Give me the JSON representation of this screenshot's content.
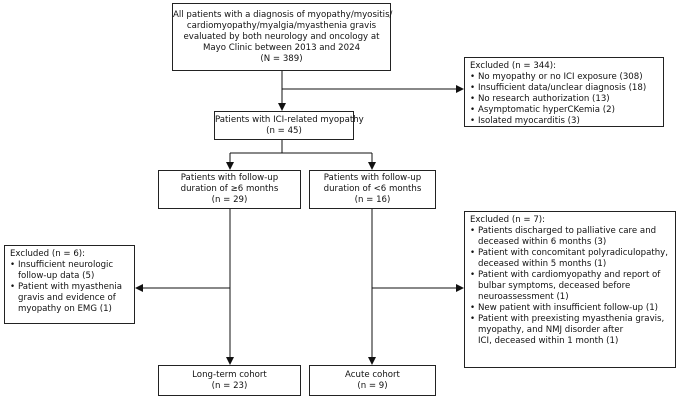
{
  "boxes": {
    "initial": {
      "lines": [
        "All patients with a diagnosis of myopathy/myositis/",
        "cardiomyopathy/myalgia/myasthenia gravis",
        "evaluated by both neurology and oncology at",
        "Mayo Clinic between 2013 and 2024",
        "(N = 389)"
      ]
    },
    "excluded_1": {
      "title": "Excluded (n = 344):",
      "items": [
        [
          "No myopathy or no ICI exposure (308)"
        ],
        [
          "Insufficient data/unclear diagnosis (18)"
        ],
        [
          "No research authorization (13)"
        ],
        [
          "Asymptomatic hyperCKemia (2)"
        ],
        [
          "Isolated myocarditis (3)"
        ]
      ]
    },
    "ici_myopathy": {
      "lines": [
        "Patients with ICI-related myopathy",
        "(n = 45)"
      ]
    },
    "followup_ge6": {
      "lines": [
        "Patients with follow-up",
        "duration of ≥6 months",
        "(n = 29)"
      ]
    },
    "followup_lt6": {
      "lines": [
        "Patients with follow-up",
        "duration of <6 months",
        "(n = 16)"
      ]
    },
    "excluded_left": {
      "title": "Excluded (n = 6):",
      "items": [
        [
          "Insufficient neurologic",
          "follow-up data (5)"
        ],
        [
          "Patient with myasthenia",
          "gravis and evidence of",
          "myopathy on EMG (1)"
        ]
      ]
    },
    "excluded_right": {
      "title": "Excluded (n = 7):",
      "items": [
        [
          "Patients discharged to palliative care and",
          "deceased within 6 months (3)"
        ],
        [
          "Patient with concomitant polyradiculopathy,",
          "deceased within 5 months (1)"
        ],
        [
          "Patient with cardiomyopathy and report of",
          "bulbar symptoms, deceased before",
          "neuroassessment (1)"
        ],
        [
          "New patient with insufficient follow-up (1)"
        ],
        [
          "Patient with preexisting myasthenia gravis,",
          "myopathy, and NMJ disorder after",
          "ICI, deceased within 1 month (1)"
        ]
      ]
    },
    "long_term": {
      "lines": [
        "Long-term cohort",
        "(n = 23)"
      ]
    },
    "acute": {
      "lines": [
        "Acute cohort",
        "(n = 9)"
      ]
    }
  }
}
